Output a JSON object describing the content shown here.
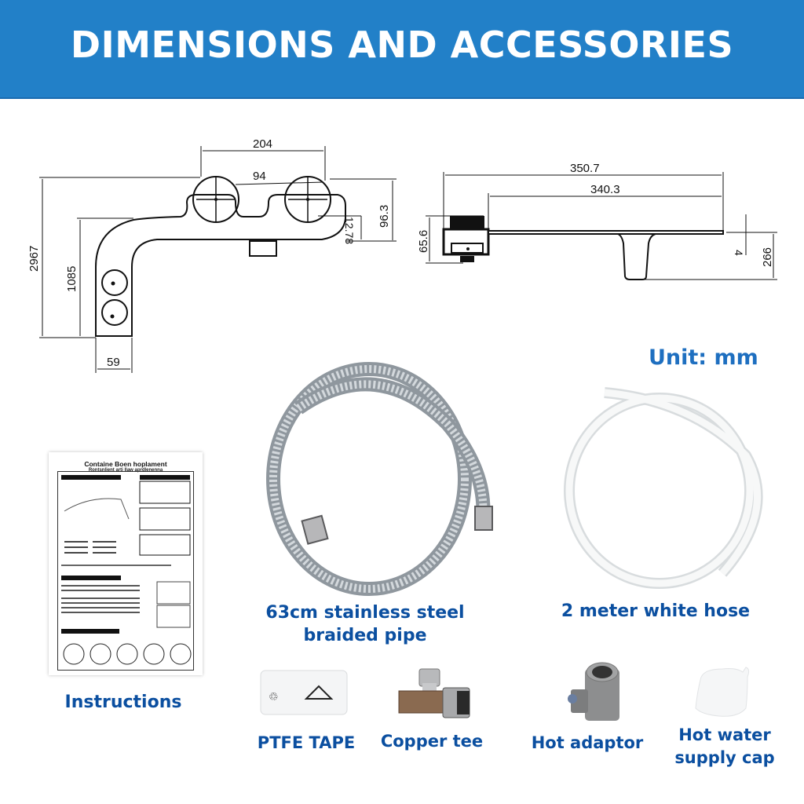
{
  "header": {
    "title": "DIMENSIONS AND ACCESSORIES"
  },
  "front_view": {
    "dimensions": {
      "overall_height": "2967",
      "inner_height": "1085",
      "knob_spacing_outer": "204",
      "knob_spacing_inner": "94",
      "right_height": "96.3",
      "right_inner": "12.78",
      "base_width": "59"
    }
  },
  "side_view": {
    "dimensions": {
      "overall_length": "350.7",
      "arm_length": "340.3",
      "head_height": "65.6",
      "arm_thickness": "4",
      "nozzle_height": "266"
    }
  },
  "unit_label": "Unit: mm",
  "accessories": [
    {
      "name": "63cm stainless steel braided pipe",
      "line1": "63cm stainless steel",
      "line2": "braided pipe",
      "icon": "braided-pipe-icon"
    },
    {
      "name": "2 meter white hose",
      "icon": "white-hose-icon"
    },
    {
      "name": "Instructions",
      "icon": "instruction-sheet-icon"
    },
    {
      "name": "PTFE TAPE",
      "icon": "ptfe-tape-icon"
    },
    {
      "name": "Copper tee",
      "icon": "copper-tee-icon"
    },
    {
      "name": "Hot adaptor",
      "icon": "hot-adaptor-icon"
    },
    {
      "name": "Hot water supply cap",
      "line1": "Hot water",
      "line2": "supply cap",
      "icon": "supply-cap-icon"
    }
  ],
  "instruction_sheet": {
    "title": "Containe Boen hoplament",
    "subtitle": "Rontsnlient arti Ilaw aprdlenenna"
  },
  "colors": {
    "banner": "#2280c8",
    "label": "#0b4fa0",
    "unit": "#1e6fc0"
  }
}
